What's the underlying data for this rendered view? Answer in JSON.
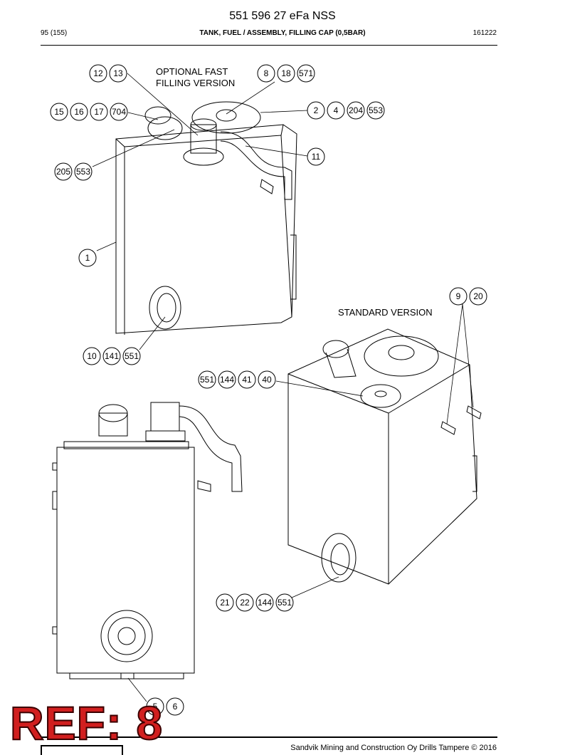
{
  "header": {
    "title": "551 596 27 eFa NSS",
    "page_number": "95 (155)",
    "section_title": "TANK, FUEL / ASSEMBLY, FILLING CAP (0,5BAR)",
    "doc_code": "161222"
  },
  "labels": {
    "optional_fast_line1": "OPTIONAL FAST",
    "optional_fast_line2": "FILLING VERSION",
    "standard_version": "STANDARD VERSION"
  },
  "callouts": {
    "g1": [
      "12",
      "13"
    ],
    "g2": [
      "8",
      "18",
      "571"
    ],
    "g3": [
      "15",
      "16",
      "17",
      "704"
    ],
    "g4": [
      "2",
      "4",
      "204",
      "553"
    ],
    "g5": [
      "11"
    ],
    "g6": [
      "205",
      "553"
    ],
    "g7": [
      "1"
    ],
    "g8": [
      "9",
      "20"
    ],
    "g9": [
      "10",
      "141",
      "551"
    ],
    "g10": [
      "551",
      "144",
      "41",
      "40"
    ],
    "g11": [
      "21",
      "22",
      "144",
      "551"
    ],
    "g12": [
      "5",
      "6"
    ]
  },
  "footer": {
    "stamp": "REF: 8",
    "copyright": "Sandvik Mining and Construction Oy Drills Tampere © 2016"
  }
}
